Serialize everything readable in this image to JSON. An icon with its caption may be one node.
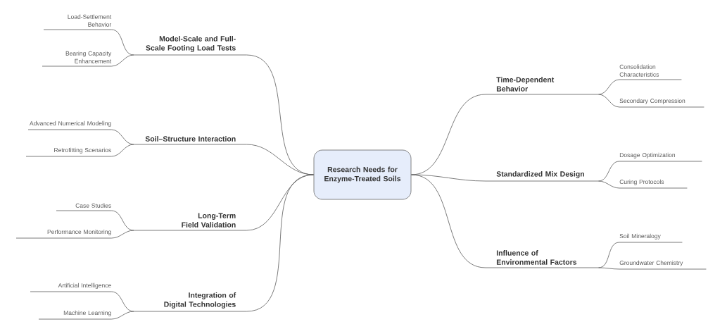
{
  "diagram": {
    "nodes": [
      {
        "text": [
          "Research Needs for Enzyme-Treated Soils"
        ]
      },
      {
        "text": [
          "Model-Scale and Full-Scale Footing Load Tests"
        ]
      },
      {
        "text": [
          "Load-Settlement Behavior"
        ]
      },
      {
        "text": [
          "Bearing Capacity Enhancement"
        ]
      },
      {
        "text": [
          "Soil–Structure Interaction"
        ]
      },
      {
        "text": [
          "Advanced Numerical Modeling"
        ]
      },
      {
        "text": [
          "Retrofitting Scenarios"
        ]
      },
      {
        "text": [
          "Long-Term Field Validation"
        ]
      },
      {
        "text": [
          "Case Studies"
        ]
      },
      {
        "text": [
          "Performance Monitoring"
        ]
      },
      {
        "text": [
          "Integration of Digital Technologies"
        ]
      },
      {
        "text": [
          "Artificial Intelligence"
        ]
      },
      {
        "text": [
          "Machine Learning"
        ]
      },
      {
        "text": [
          "Time-Dependent Behavior"
        ]
      },
      {
        "text": [
          "Consolidation Characteristics"
        ]
      },
      {
        "text": [
          "Secondary Compression"
        ]
      },
      {
        "text": [
          "Standardized Mix Design"
        ]
      },
      {
        "text": [
          "Dosage Optimization"
        ]
      },
      {
        "text": [
          "Curing Protocols"
        ]
      },
      {
        "text": [
          "Influence of Environmental Factors"
        ]
      },
      {
        "text": [
          "Soil Mineralogy"
        ]
      },
      {
        "text": [
          "Groundwater Chemistry"
        ]
      }
    ],
    "edges": [
      {
        "from": 0,
        "to": 1,
        "arrow": "none"
      },
      {
        "from": 1,
        "to": 2,
        "arrow": "none"
      },
      {
        "from": 1,
        "to": 3,
        "arrow": "none"
      },
      {
        "from": 0,
        "to": 4,
        "arrow": "none"
      },
      {
        "from": 4,
        "to": 5,
        "arrow": "none"
      },
      {
        "from": 4,
        "to": 6,
        "arrow": "none"
      },
      {
        "from": 0,
        "to": 7,
        "arrow": "none"
      },
      {
        "from": 7,
        "to": 8,
        "arrow": "none"
      },
      {
        "from": 7,
        "to": 9,
        "arrow": "none"
      },
      {
        "from": 0,
        "to": 10,
        "arrow": "none"
      },
      {
        "from": 10,
        "to": 11,
        "arrow": "none"
      },
      {
        "from": 10,
        "to": 12,
        "arrow": "none"
      },
      {
        "from": 0,
        "to": 13,
        "arrow": "none"
      },
      {
        "from": 13,
        "to": 14,
        "arrow": "none"
      },
      {
        "from": 13,
        "to": 15,
        "arrow": "none"
      },
      {
        "from": 0,
        "to": 16,
        "arrow": "none"
      },
      {
        "from": 16,
        "to": 17,
        "arrow": "none"
      },
      {
        "from": 16,
        "to": 18,
        "arrow": "none"
      },
      {
        "from": 0,
        "to": 19,
        "arrow": "none"
      },
      {
        "from": 19,
        "to": 20,
        "arrow": "none"
      },
      {
        "from": 19,
        "to": 21,
        "arrow": "none"
      }
    ]
  }
}
